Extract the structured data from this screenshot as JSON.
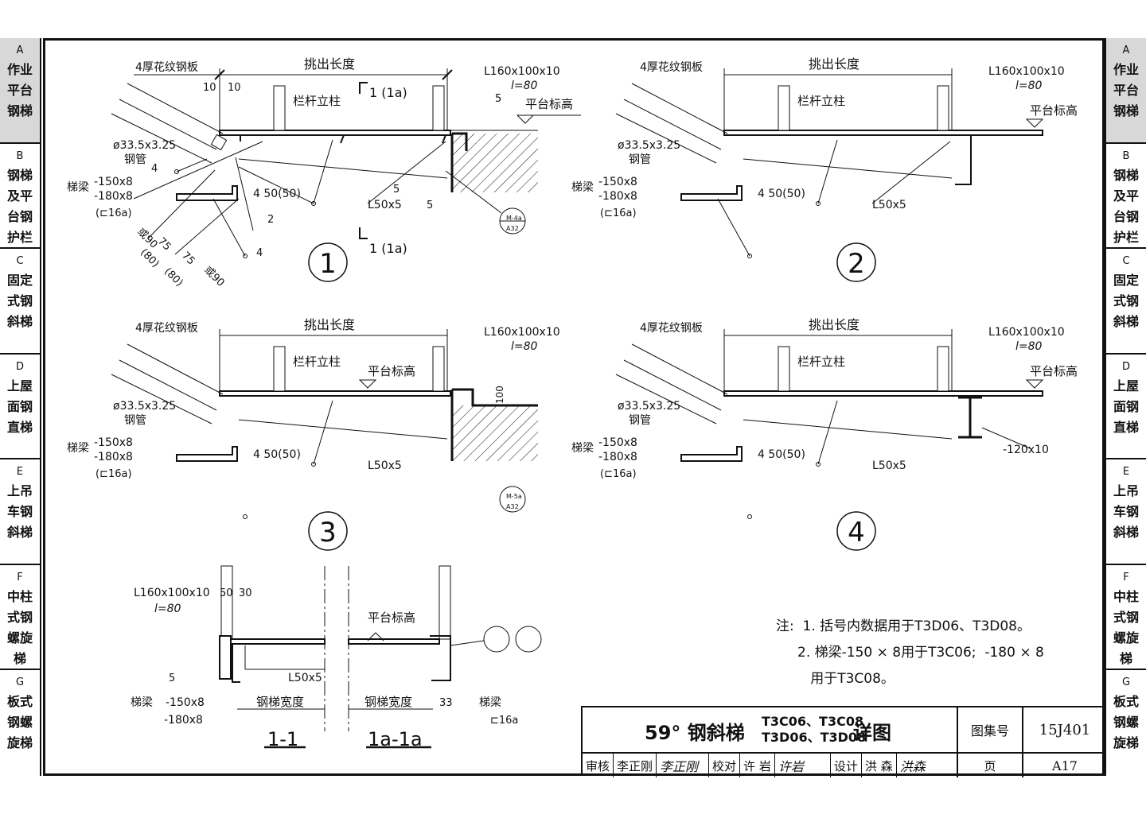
{
  "side_tabs": [
    {
      "code": "A",
      "name": "作业\n平台\n钢梯",
      "active": true
    },
    {
      "code": "B",
      "name": "钢梯\n及平\n台钢\n护栏",
      "active": false
    },
    {
      "code": "C",
      "name": "固定\n式钢\n斜梯",
      "active": false
    },
    {
      "code": "D",
      "name": "上屋\n面钢\n直梯",
      "active": false
    },
    {
      "code": "E",
      "name": "上吊\n车钢\n斜梯",
      "active": false
    },
    {
      "code": "F",
      "name": "中柱\n式钢\n螺旋\n梯",
      "active": false
    },
    {
      "code": "G",
      "name": "板式\n钢螺\n旋梯",
      "active": false
    }
  ],
  "labels": {
    "plate": "4厚花纹钢板",
    "overhang": "挑出长度",
    "post": "栏杆立柱",
    "platform_level": "平台标高",
    "angle_big": "L160x100x10",
    "l80": "l=80",
    "pipe_size": "ø33.5x3.25",
    "pipe": "钢管",
    "beam": "梯梁",
    "beam_a": "-150x8",
    "beam_b": "-180x8",
    "channel": "(⊏16a)",
    "dim_10a": "10",
    "dim_10b": "10",
    "weld_4": "4",
    "weld_5": "5",
    "weld_2": "2",
    "clip": "4 50(50)",
    "angle_small": "L50x5",
    "or90": "或90",
    "d75": "75",
    "d80": "(80)",
    "plate120": "-120x10",
    "m4a": "M-4a",
    "m5a": "M-5a",
    "a32": "A32",
    "d100": "100",
    "sec_mark": "1 (1a)"
  },
  "details": [
    "1",
    "2",
    "3",
    "4"
  ],
  "sections": {
    "s1": "1-1",
    "s1a": "1a-1a",
    "angle": "L160x100x10",
    "l80": "l=80",
    "d50": "50",
    "d30": "30",
    "w5": "5",
    "small": "L50x5",
    "beam": "梯梁",
    "beam_a": "-150x8",
    "beam_b": "-180x8",
    "width": "钢梯宽度",
    "level": "平台标高",
    "d33": "33",
    "channel": "⊏16a"
  },
  "notes": {
    "n1": "注:  1. 括号内数据用于T3D06、T3D08。",
    "n2": "     2. 梯梁-150 × 8用于T3C06;  -180 × 8",
    "n3": "        用于T3C08。"
  },
  "title_block": {
    "main": "59° 钢斜梯",
    "codes_line1": "T3C06、T3C08",
    "codes_line2": "T3D06、T3D08",
    "suffix": "详图",
    "atlas_label": "图集号",
    "atlas_no": "15J401",
    "review": "审核",
    "reviewer": "李正刚",
    "reviewer_sig": "李正刚",
    "check": "校对",
    "checker": "许  岩",
    "checker_sig": "许岩",
    "design": "设计",
    "designer": "洪  森",
    "designer_sig": "洪森",
    "page_label": "页",
    "page_no": "A17"
  }
}
